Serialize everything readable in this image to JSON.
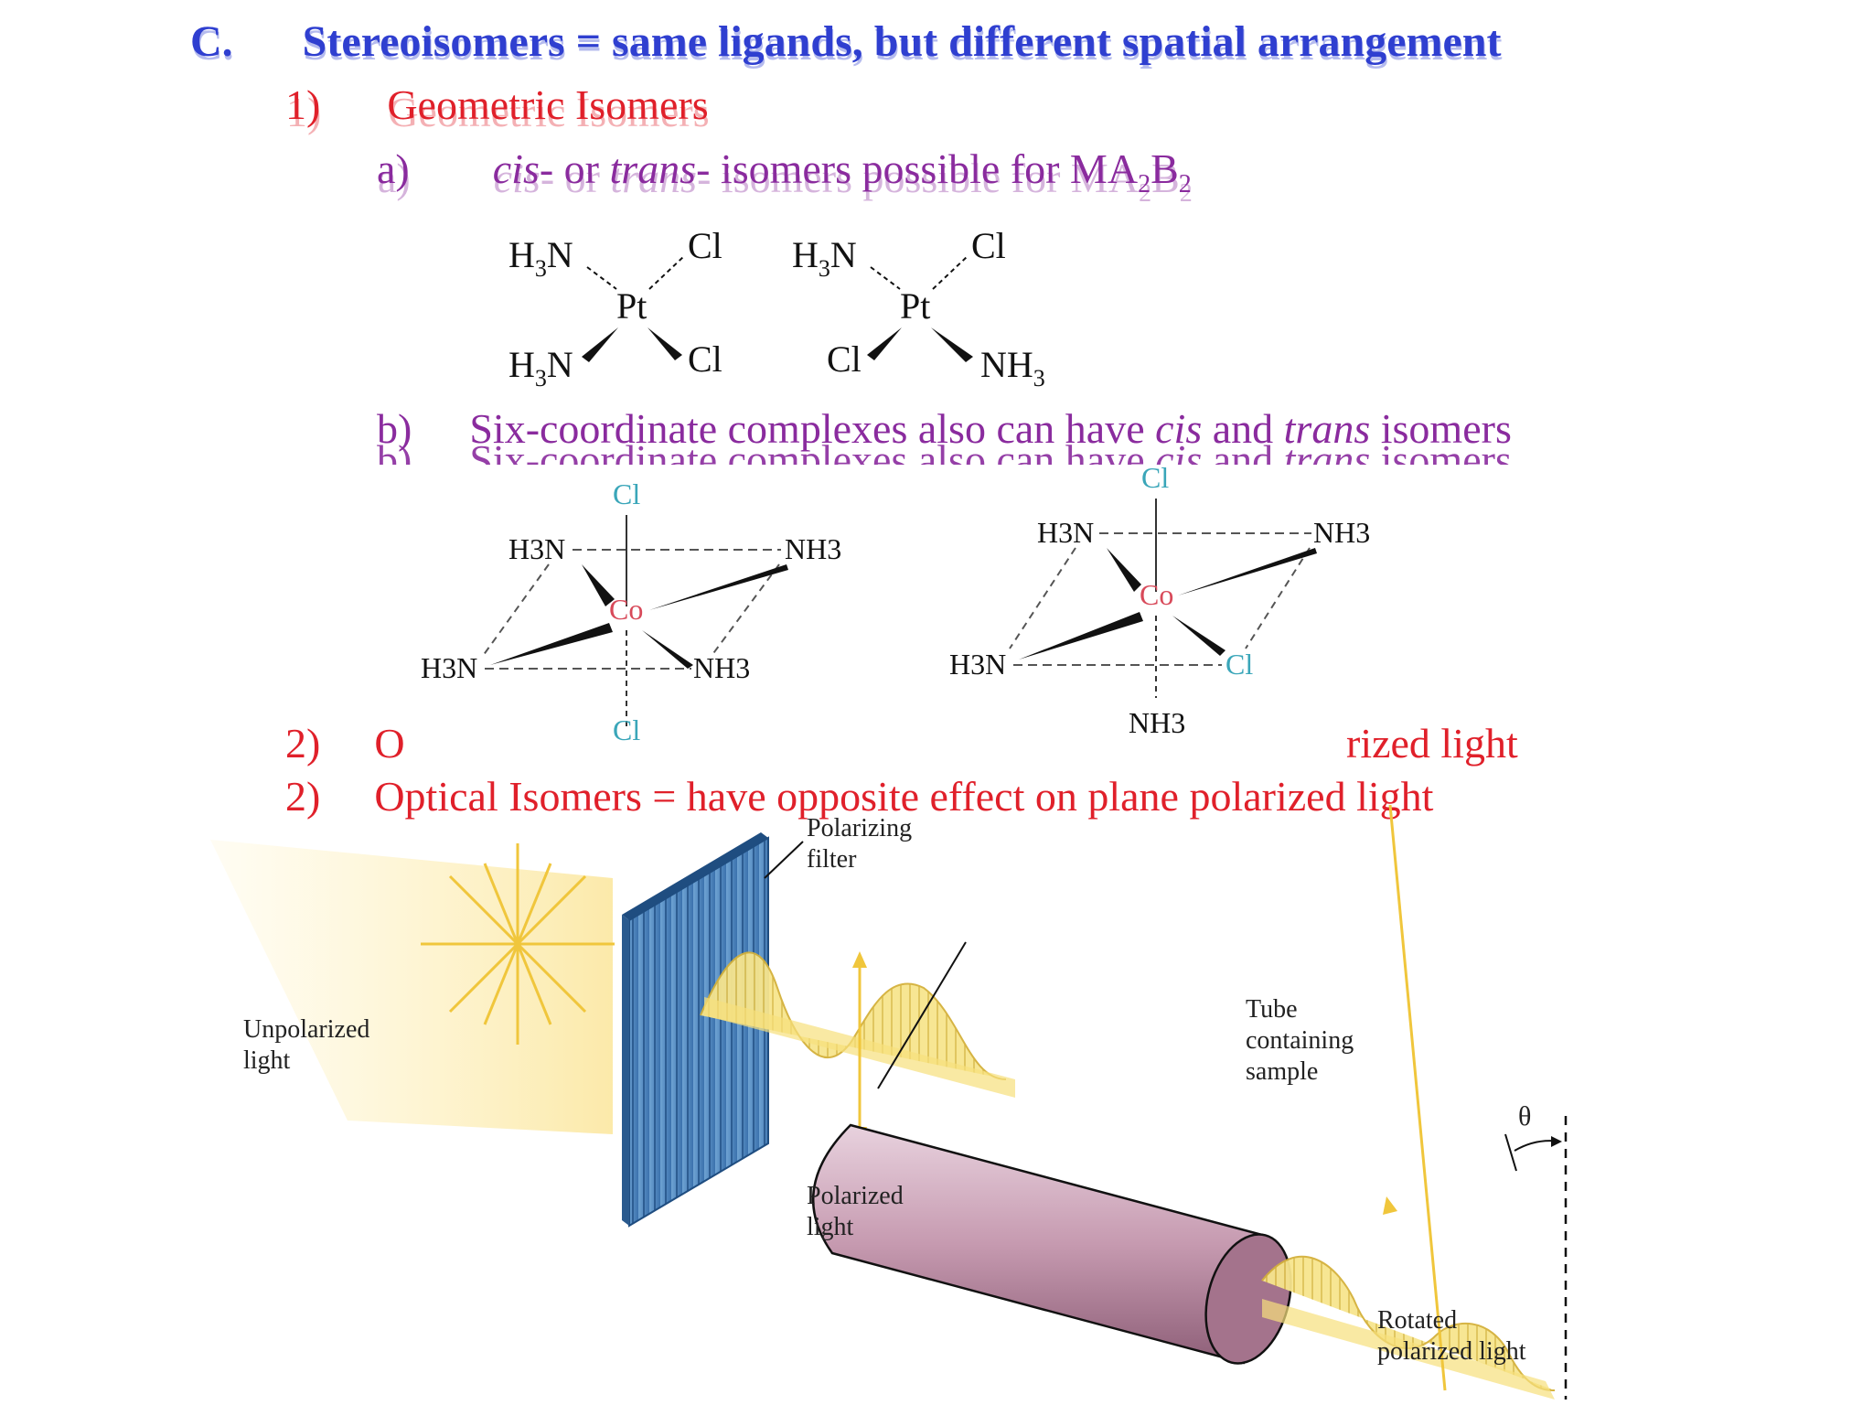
{
  "slide": {
    "section_c": {
      "marker": "C.",
      "text": "Stereoisomers = same ligands, but different spatial arrangement"
    },
    "item_1": {
      "marker": "1)",
      "text": "Geometric Isomers"
    },
    "item_1a": {
      "marker": "a)",
      "cis": "cis",
      "sep1": "- or ",
      "trans": "trans",
      "sep2": "- isomers possible for MA",
      "sub1": "2",
      "b": "B",
      "sub2": "2"
    },
    "item_1b": {
      "marker": "b)",
      "pre": "Six-coordinate complexes also can have ",
      "cis": "cis",
      "mid": " and ",
      "trans": "trans",
      "post": " isomers"
    },
    "item_2": {
      "marker": "2)",
      "text": "Optical Isomers = have opposite effect on plane polarized light",
      "partial_o": "O",
      "partial_end": "rized light"
    }
  },
  "pt_complexes": {
    "cis": {
      "tl": "H",
      "tl_sub": "3",
      "tl_end": "N",
      "tr": "Cl",
      "center": "Pt",
      "bl": "H",
      "bl_sub": "3",
      "bl_end": "N",
      "br": "Cl"
    },
    "trans": {
      "tl": "H",
      "tl_sub": "3",
      "tl_end": "N",
      "tr": "Cl",
      "center": "Pt",
      "bl": "Cl",
      "br": "NH",
      "br_sub": "3"
    }
  },
  "co_complexes": {
    "left": {
      "top": "Cl",
      "bottom": "Cl",
      "center": "Co",
      "ul": "H3N",
      "ur": "NH3",
      "ll": "H3N",
      "lr": "NH3"
    },
    "right": {
      "top": "Cl",
      "bottom": "NH3",
      "center": "Co",
      "ul": "H3N",
      "ur": "NH3",
      "ll": "H3N",
      "lr": "Cl"
    }
  },
  "diagram": {
    "polarizing_filter": "Polarizing\nfilter",
    "polarizing_filter_l1": "Polarizing",
    "polarizing_filter_l2": "filter",
    "unpolarized_l1": "Unpolarized",
    "unpolarized_l2": "light",
    "polarized_l1": "Polarized",
    "polarized_l2": "light",
    "tube_l1": "Tube",
    "tube_l2": "containing",
    "tube_l3": "sample",
    "theta": "θ",
    "rotated_l1": "Rotated",
    "rotated_l2": "polarized light"
  },
  "colors": {
    "blue": "#2f3fd0",
    "red": "#e0202a",
    "purple": "#8a2b9e",
    "cyan_cl": "#3aa6b9",
    "pink_co": "#d84a5a",
    "light_yellow": "#f2d96b",
    "filter_blue": "#4d8ac4",
    "tube": "#c69ab0"
  }
}
